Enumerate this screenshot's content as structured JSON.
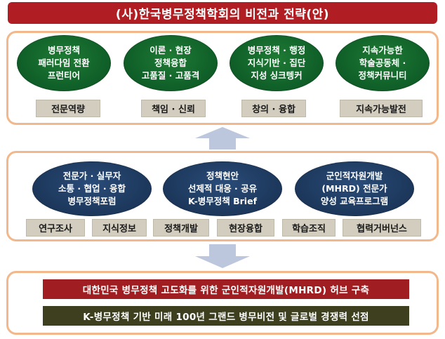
{
  "title": "(사)한국병무정책학회의 비전과 전략(안)",
  "top_section": {
    "items": [
      {
        "circle": "병무정책\n패러다임 전환\n프런티어",
        "tag": "전문역량"
      },
      {
        "circle": "이론 · 현장\n정책융합\n고품질 · 고품격",
        "tag": "책임 · 신뢰"
      },
      {
        "circle": "병무정책 · 행정\n지식기반 · 집단\n지성 싱크텡커",
        "tag": "창의 · 융합"
      },
      {
        "circle": "지속가능한\n학술공동체 ·\n정책커뮤니티",
        "tag": "지속가능발전"
      }
    ]
  },
  "mid_section": {
    "circles": [
      "전문가 · 실무자\n소통 · 협업 · 융합\n병무정책포럼",
      "정책현안\n선제적 대응 · 공유\nK-병무정책 Brief",
      "군인적자원개발\n(MHRD) 전문가\n양성 교육프로그램"
    ],
    "tags": [
      "연구조사",
      "지식정보",
      "정책개발",
      "현장융합",
      "학습조직",
      "협력거버넌스"
    ]
  },
  "bottom_section": {
    "goal": "대한민국 병무정책 고도화를 위한 군인적자원개발(MHRD) 허브 구축",
    "vision": "K-병무정책 기반 미래 100년 그랜드 병무비전 및 글로벌 경쟁력 선점"
  },
  "colors": {
    "title_bg": "#b01e23",
    "panel_border": "#f2b78a",
    "green_circle": "#11622a",
    "navy_circle": "#1e3a5f",
    "tag_bg": "#d2cdbf",
    "arrow": "#bcc6dc",
    "goal_bg": "#a01d21",
    "vision_bg": "#3d3f1f"
  }
}
